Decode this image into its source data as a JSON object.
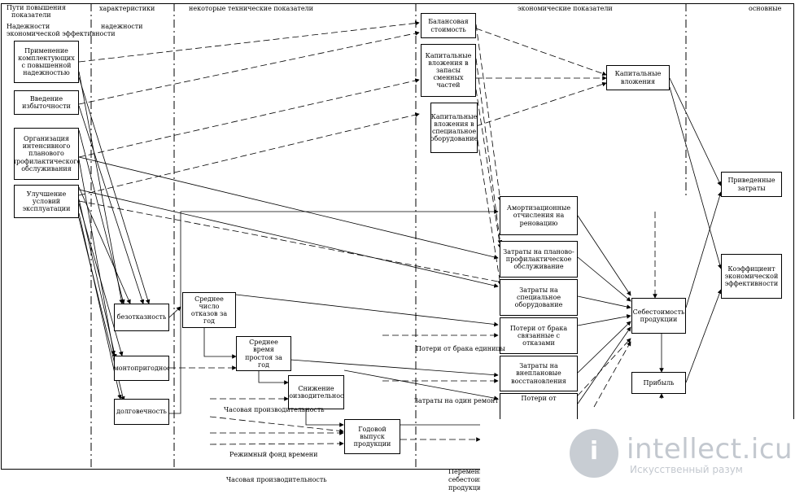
{
  "headers": {
    "col1_line1": "Пути повышения",
    "col1_line2": "показатели",
    "col1_line3": "Надежности",
    "col1_line4": "экономической эффективности",
    "col2": "характеристики",
    "col2_sub": "надежности",
    "col3": "некоторые технические показатели",
    "col4": "экономические показатели",
    "col5": "основные"
  },
  "boxes": {
    "b1": "Применение комплектующих с повышенной надежностью",
    "b2": "Введение избыточности",
    "b3": "Организация интенсивного планового профилактического обслуживания",
    "b4": "Улучшение условий эксплуатации",
    "b5": "безотказность",
    "b6": "ремонтопригодность",
    "b7": "долговечность",
    "b8": "Среднее число отказов за год",
    "b9": "Среднее время простоя за год",
    "b10": "Снижение производительности",
    "b11": "Годовой выпуск продукции",
    "b12": "Балансовая стоимость",
    "b13": "Капитальные вложения в запасы сменных частей",
    "b14": "Капитальные вложения в специальное оборудование",
    "b15": "Амортизационные отчисления на реновацию",
    "b16": "Затраты на планово-профилактическое обслуживание",
    "b17": "Затраты на специальное оборудование",
    "b18": "Потери от брака связанные с отказами",
    "b19": "Затраты на внеплановые восстановления",
    "b20": "Потери от",
    "b21": "Капитальные вложения",
    "b22": "Себестоимость продукции",
    "b23": "Прибыль",
    "b24": "Приведенные затраты",
    "b25": "Коэффициент экономической эффективности"
  },
  "labels": {
    "l1": "Потери от брака единицы",
    "l2": "Затраты на один ремонт",
    "l3": "Часовая производительность",
    "l4": "Режимный фонд времени",
    "l5": "Часовая производительность",
    "l6": "Переменные",
    "l7": "себестоимости",
    "l8": "продукции"
  },
  "watermark": {
    "logo_glyph": "i",
    "name": "intellect.icu",
    "tagline": "Искусственный разум"
  }
}
